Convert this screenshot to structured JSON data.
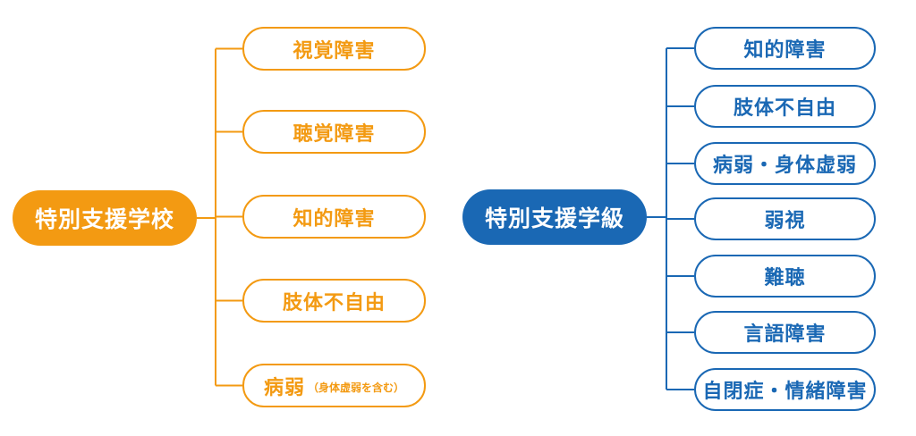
{
  "left": {
    "root": "特別支援学校",
    "items": [
      {
        "label": "視覚障害",
        "note": ""
      },
      {
        "label": "聴覚障害",
        "note": ""
      },
      {
        "label": "知的障害",
        "note": ""
      },
      {
        "label": "肢体不自由",
        "note": ""
      },
      {
        "label": "病弱",
        "note": "（身体虚弱を含む）"
      }
    ]
  },
  "right": {
    "root": "特別支援学級",
    "items": [
      {
        "label": "知的障害"
      },
      {
        "label": "肢体不自由"
      },
      {
        "label": "病弱・身体虚弱"
      },
      {
        "label": "弱視"
      },
      {
        "label": "難聴"
      },
      {
        "label": "言語障害"
      },
      {
        "label": "自閉症・情緒障害"
      }
    ]
  },
  "colors": {
    "left_accent": "#f39a12",
    "right_accent": "#1a68b4"
  }
}
